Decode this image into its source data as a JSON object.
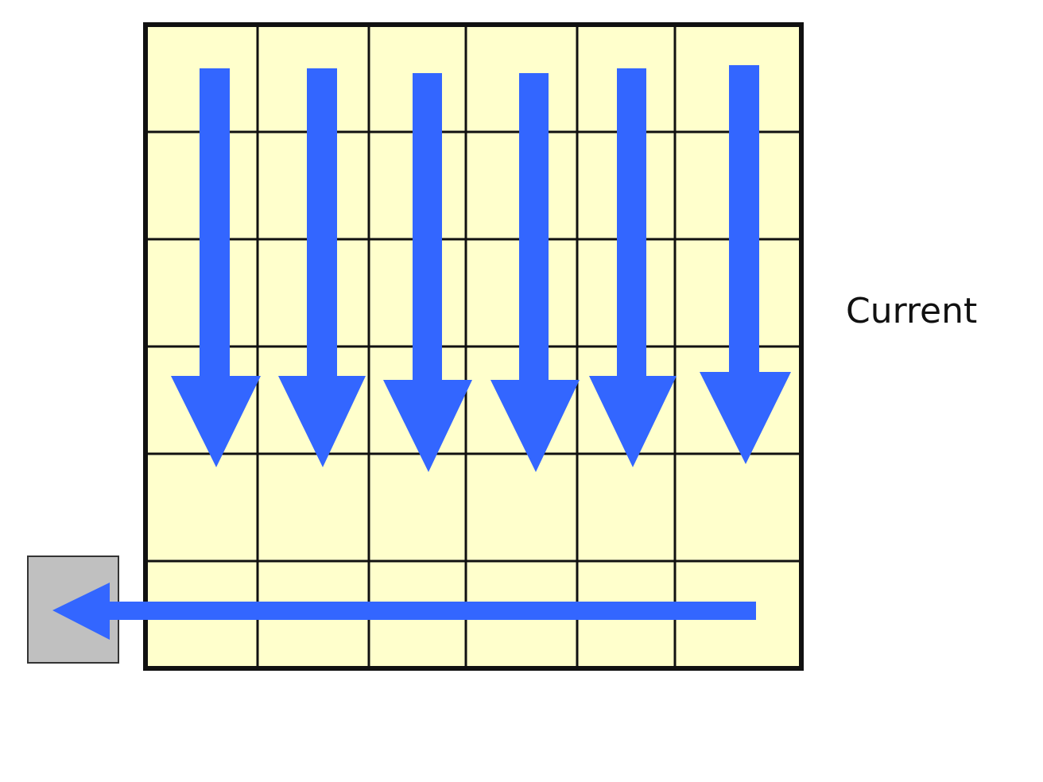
{
  "diagram": {
    "label": "Current",
    "grid": {
      "rows": 6,
      "cols": 6,
      "cell_fill": "#FFFFCC",
      "line_color": "#111111"
    },
    "output_box": {
      "fill": "#C0C0C0",
      "stroke": "#333333"
    },
    "arrows": {
      "color": "#3366FF",
      "vertical_count": 6,
      "horizontal_count": 1
    }
  }
}
